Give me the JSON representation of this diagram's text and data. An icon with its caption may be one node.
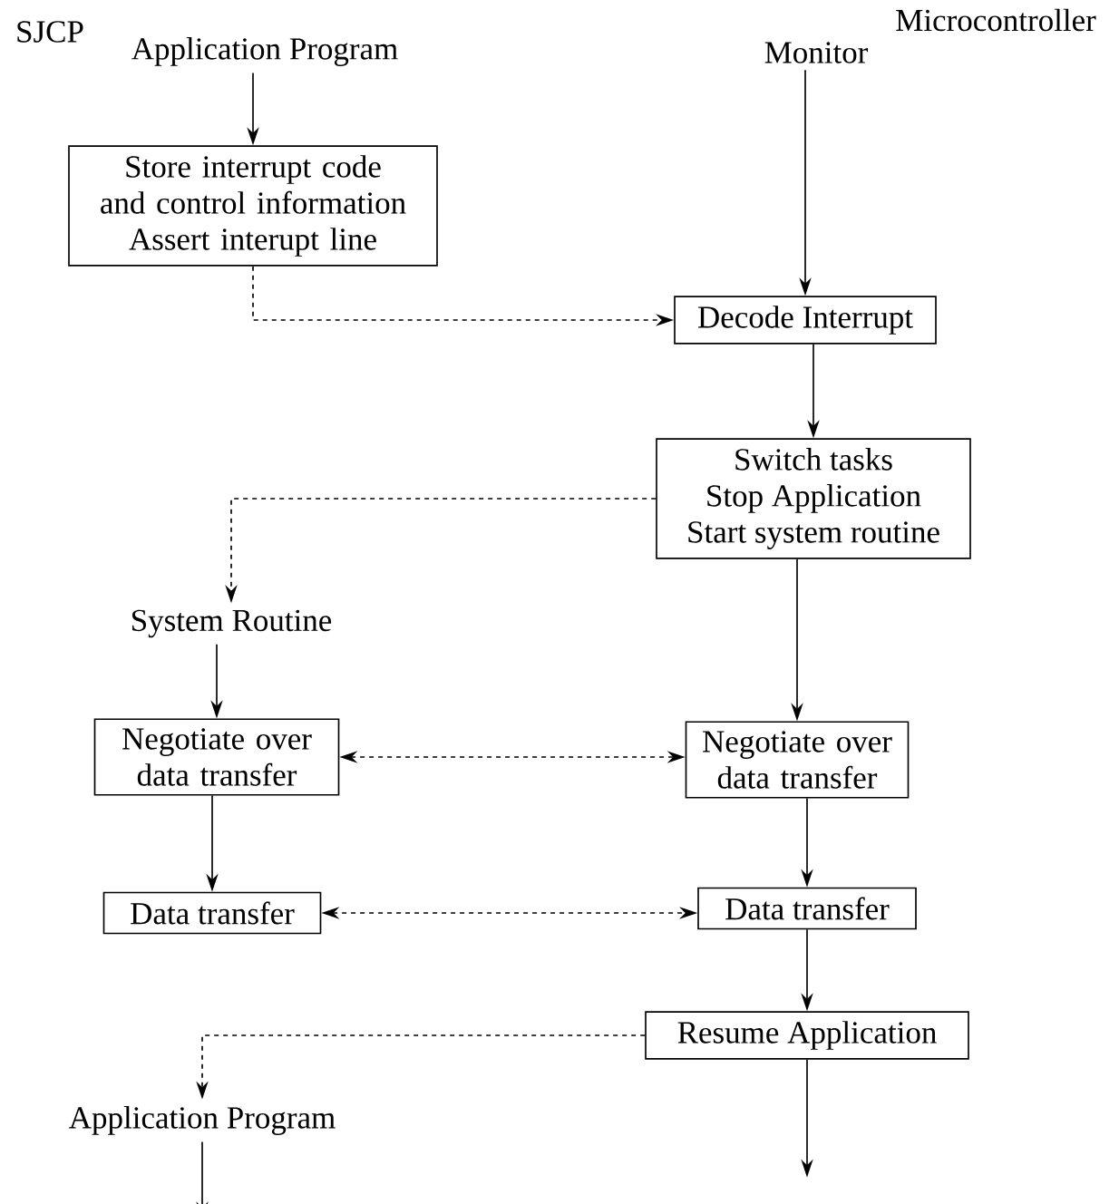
{
  "diagram": {
    "nodes": [
      {
        "text": [
          "Application Program"
        ]
      },
      {
        "text": [
          "Store interrupt code and control information",
          "Assert interupt line"
        ]
      },
      {
        "text": [
          "Monitor"
        ]
      },
      {
        "text": [
          "Decode Interrupt"
        ]
      },
      {
        "text": [
          "Switch tasks",
          "Stop Application",
          "Start system routine"
        ]
      },
      {
        "text": [
          "System Routine"
        ]
      },
      {
        "text": [
          "Negotiate over data transfer"
        ]
      },
      {
        "text": [
          "Negotiate over data transfer"
        ]
      },
      {
        "text": [
          "Data transfer"
        ]
      },
      {
        "text": [
          "Data transfer"
        ]
      },
      {
        "text": [
          "Resume Application"
        ]
      },
      {
        "text": [
          "Application Program"
        ]
      }
    ],
    "edges": [
      {
        "from": 0,
        "to": 1,
        "arrow": "to"
      },
      {
        "from": 1,
        "to": 3,
        "arrow": "to",
        "style": "dashed"
      },
      {
        "from": 2,
        "to": 3,
        "arrow": "to"
      },
      {
        "from": 3,
        "to": 4,
        "arrow": "to"
      },
      {
        "from": 4,
        "to": 5,
        "arrow": "to",
        "style": "dashed"
      },
      {
        "from": 5,
        "to": 6,
        "arrow": "to"
      },
      {
        "from": 4,
        "to": 7,
        "arrow": "to"
      },
      {
        "from": 6,
        "to": 7,
        "arrow": "both",
        "style": "dashed"
      },
      {
        "from": 6,
        "to": 8,
        "arrow": "to"
      },
      {
        "from": 7,
        "to": 9,
        "arrow": "to"
      },
      {
        "from": 8,
        "to": 9,
        "arrow": "both",
        "style": "dashed"
      },
      {
        "from": 9,
        "to": 10,
        "arrow": "to"
      },
      {
        "from": 10,
        "to": 11,
        "arrow": "to",
        "style": "dashed"
      },
      {
        "from": 10,
        "to": null,
        "arrow": "to"
      },
      {
        "from": 11,
        "to": null,
        "arrow": "to"
      }
    ],
    "labels": [
      "SJCP",
      "Microcontroller"
    ]
  }
}
